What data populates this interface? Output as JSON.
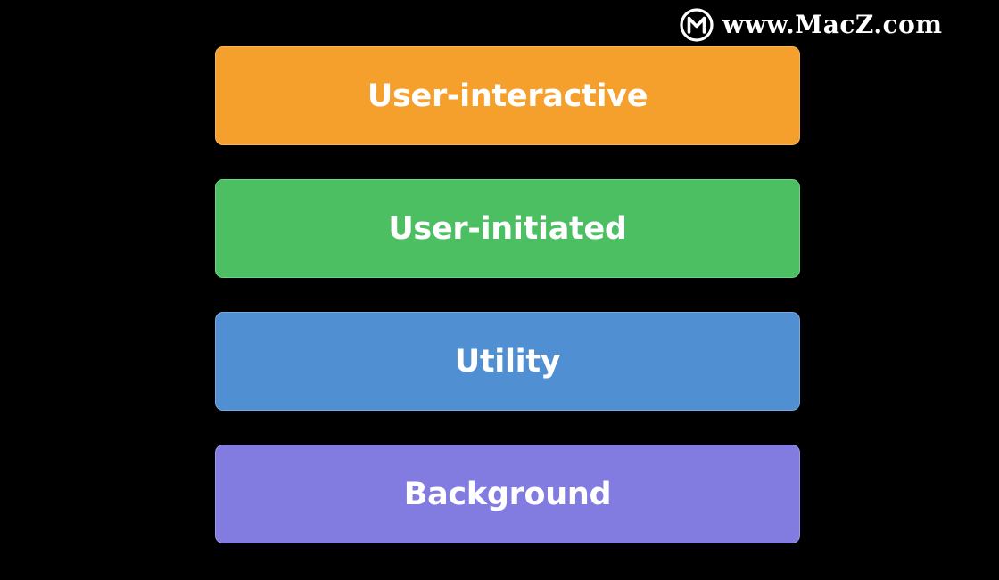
{
  "watermark": {
    "text": "www.MacZ.com",
    "logo_letter": "M",
    "logo_icon": "macz-logo-icon",
    "color": "#ffffff"
  },
  "tiers": [
    {
      "label": "User-interactive",
      "color": "#f5a02d"
    },
    {
      "label": "User-initiated",
      "color": "#4bbf62"
    },
    {
      "label": "Utility",
      "color": "#5090d2"
    },
    {
      "label": "Background",
      "color": "#827ce0"
    }
  ],
  "background_color": "#000000"
}
